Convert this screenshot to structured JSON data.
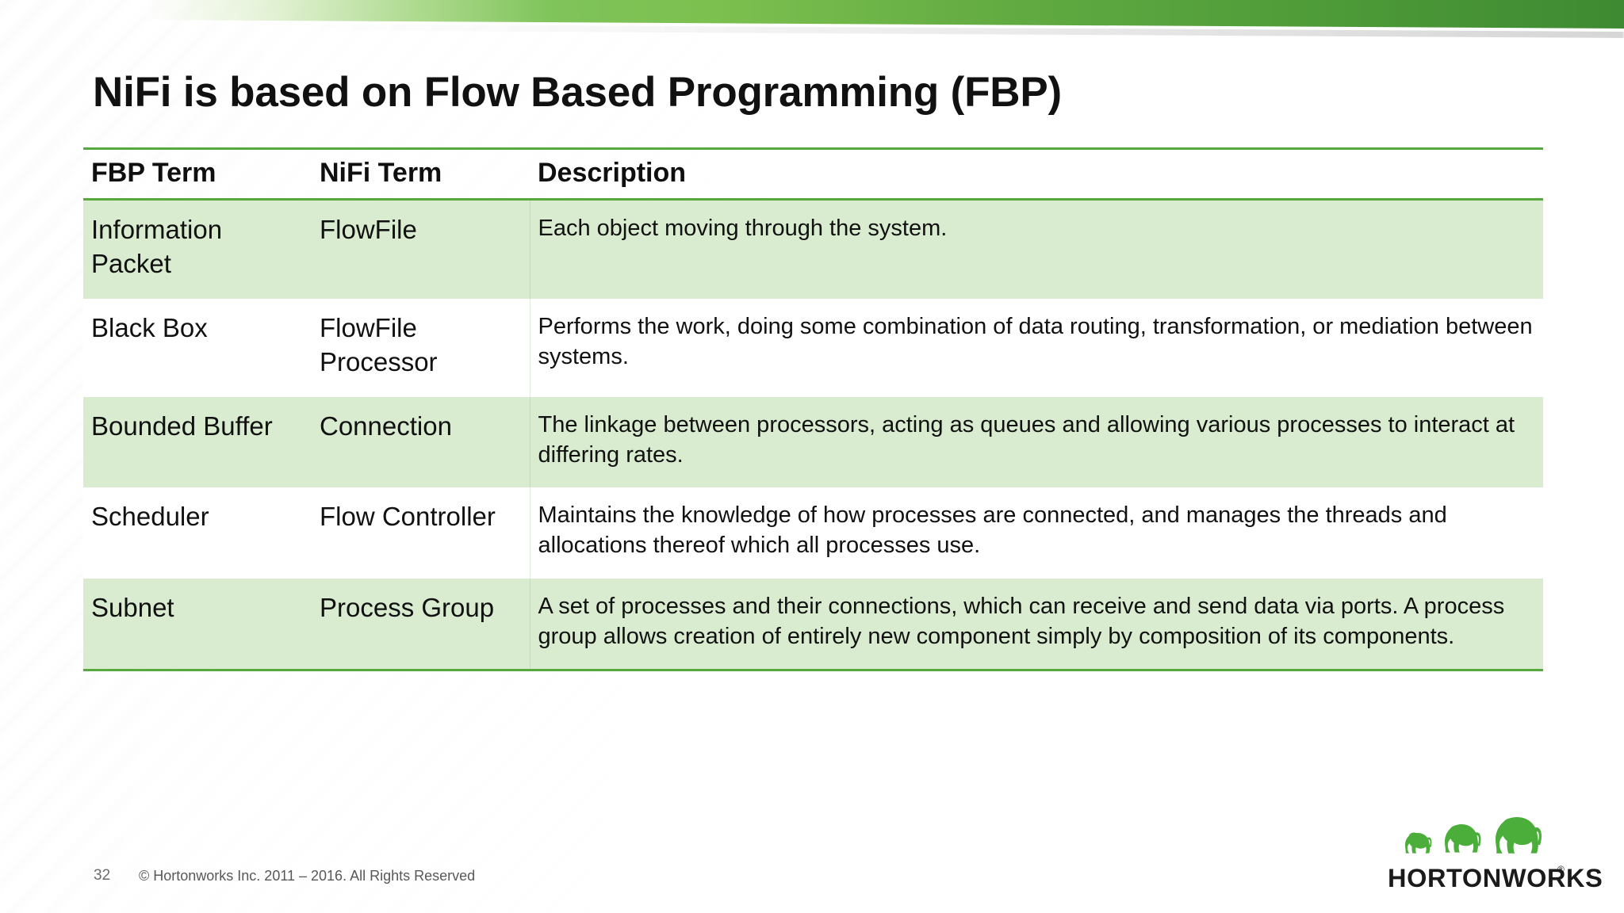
{
  "slide": {
    "title": "NiFi is based on Flow Based Programming (FBP)",
    "page_number": "32",
    "copyright": "© Hortonworks Inc. 2011 – 2016. All Rights Reserved"
  },
  "brand": {
    "name": "HORTONWORKS",
    "registered_mark": "®",
    "banner_green": "#3e8a32",
    "accent_green": "#57a93f",
    "row_green": "#d9ecd0",
    "logo_green": "#4cae3a"
  },
  "table": {
    "columns": [
      "FBP Term",
      "NiFi Term",
      "Description"
    ],
    "rows": [
      {
        "term": "Information Packet",
        "nifi": "FlowFile",
        "description": "Each object moving through the system.",
        "shaded": true
      },
      {
        "term": "Black Box",
        "nifi": "FlowFile Processor",
        "description": "Performs the work, doing some combination of data routing, transformation, or mediation between systems.",
        "shaded": false
      },
      {
        "term": "Bounded Buffer",
        "nifi": "Connection",
        "description": "The linkage between processors, acting as queues and allowing various processes to interact at differing rates.",
        "shaded": true
      },
      {
        "term": "Scheduler",
        "nifi": "Flow Controller",
        "description": "Maintains the knowledge of how processes are connected, and manages the threads and allocations thereof which all processes use.",
        "shaded": false
      },
      {
        "term": "Subnet",
        "nifi": "Process Group",
        "description": "A set of processes and their connections, which can receive and send data via ports. A process group allows creation of entirely new component simply by composition of its components.",
        "shaded": true
      }
    ]
  }
}
